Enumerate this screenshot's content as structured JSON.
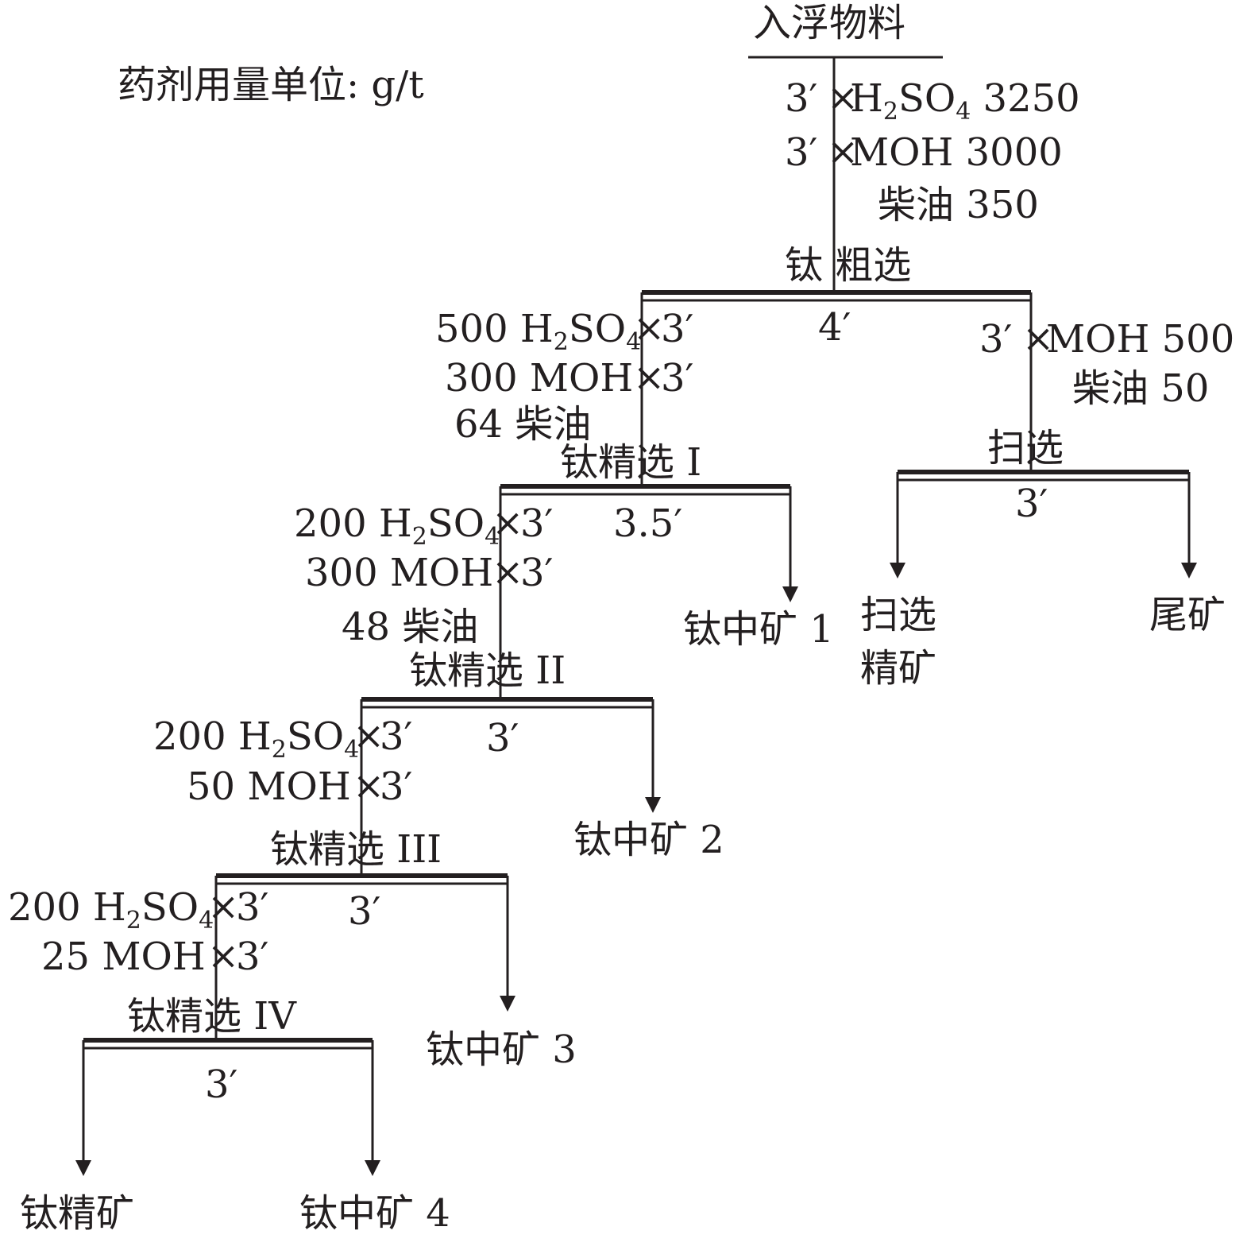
{
  "unit_note": "药剂用量单位: g/t",
  "feed": {
    "label": "入浮物料"
  },
  "stages": {
    "rougher": {
      "label": "钛 粗选",
      "time": "4′",
      "reagents": [
        {
          "time": "3′",
          "name": "H",
          "sub": "2",
          "mid": "SO",
          "sub2": "4",
          "dose": "3250"
        },
        {
          "time": "3′",
          "name": "MOH",
          "dose": "3000"
        },
        {
          "name": "柴油",
          "dose": "350"
        }
      ]
    },
    "scavenger": {
      "label": "扫选",
      "time": "3′",
      "reagents": [
        {
          "time": "3′",
          "name": "MOH",
          "dose": "500"
        },
        {
          "name": "柴油",
          "dose": "50"
        }
      ]
    },
    "cleaner1": {
      "label": "钛精选 I",
      "time": "3.5′",
      "reagents": [
        {
          "dose": "500",
          "name": "H",
          "sub": "2",
          "mid": "SO",
          "sub2": "4",
          "time": "3′"
        },
        {
          "dose": "300",
          "name": "MOH",
          "time": "3′"
        },
        {
          "dose": "64",
          "name": "柴油"
        }
      ]
    },
    "cleaner2": {
      "label": "钛精选 II",
      "time": "3′",
      "reagents": [
        {
          "dose": "200",
          "name": "H",
          "sub": "2",
          "mid": "SO",
          "sub2": "4",
          "time": "3′"
        },
        {
          "dose": "300",
          "name": "MOH",
          "time": "3′"
        },
        {
          "dose": "48",
          "name": "柴油"
        }
      ]
    },
    "cleaner3": {
      "label": "钛精选 III",
      "time": "3′",
      "reagents": [
        {
          "dose": "200",
          "name": "H",
          "sub": "2",
          "mid": "SO",
          "sub2": "4",
          "time": "3′"
        },
        {
          "dose": "50",
          "name": "MOH",
          "time": "3′"
        }
      ]
    },
    "cleaner4": {
      "label": "钛精选 IV",
      "time": "3′",
      "reagents": [
        {
          "dose": "200",
          "name": "H",
          "sub": "2",
          "mid": "SO",
          "sub2": "4",
          "time": "3′"
        },
        {
          "dose": "25",
          "name": "MOH",
          "time": "3′"
        }
      ]
    }
  },
  "products": {
    "middling1": "钛中矿 1",
    "middling2": "钛中矿 2",
    "middling3": "钛中矿 3",
    "middling4": "钛中矿 4",
    "concentrate": "钛精矿",
    "scav_conc_line1": "扫选",
    "scav_conc_line2": "精矿",
    "tailings": "尾矿"
  }
}
